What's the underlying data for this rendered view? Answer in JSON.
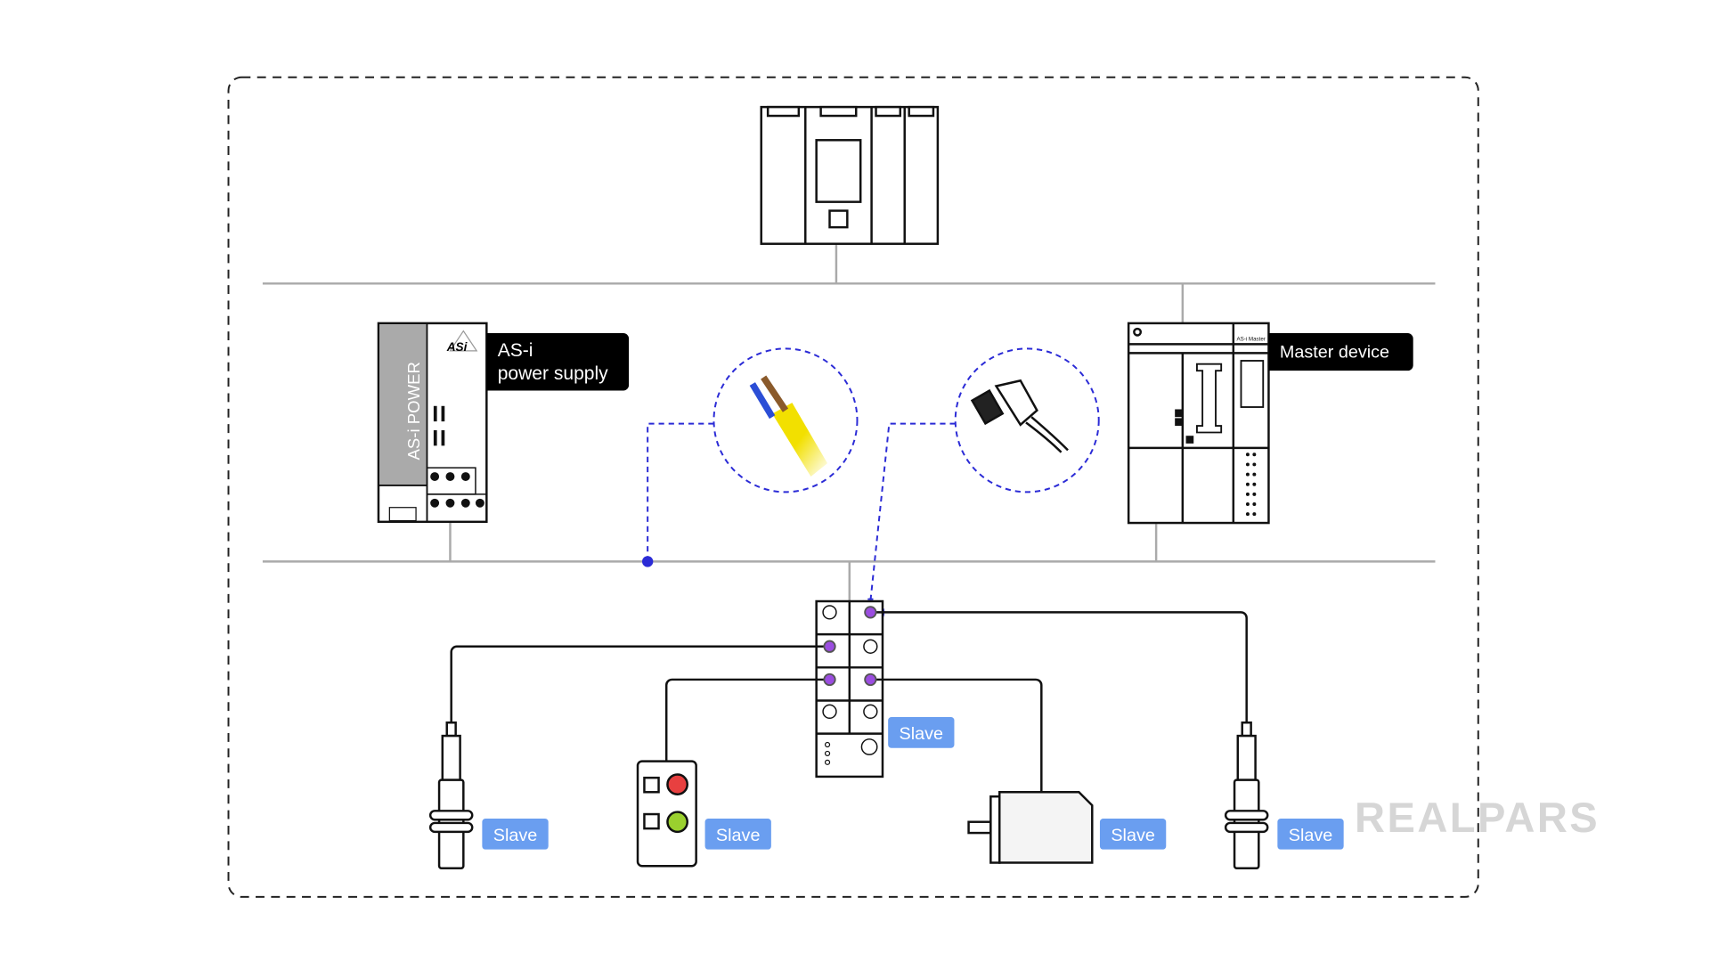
{
  "diagram": {
    "power_supply": {
      "label": "AS-i\npower supply",
      "label_line1": "AS-i",
      "label_line2": "power supply",
      "device_text": "AS-i POWER",
      "logo": "ASi"
    },
    "master": {
      "label": "Master device",
      "device_text": "AS-i Master"
    },
    "slave_module": {
      "label": "Slave"
    },
    "slaves": [
      {
        "label": "Slave",
        "type": "inductive-sensor"
      },
      {
        "label": "Slave",
        "type": "pushbutton-station"
      },
      {
        "label": "Slave",
        "type": "motor"
      },
      {
        "label": "Slave",
        "type": "inductive-sensor"
      }
    ],
    "watermark": "REALPARS",
    "colors": {
      "bus": "#aaaaaa",
      "dashed_link": "#2b2bd6",
      "slave_badge": "#6a9ef0",
      "port": "#9b4de0",
      "label_bg": "#000000"
    }
  }
}
